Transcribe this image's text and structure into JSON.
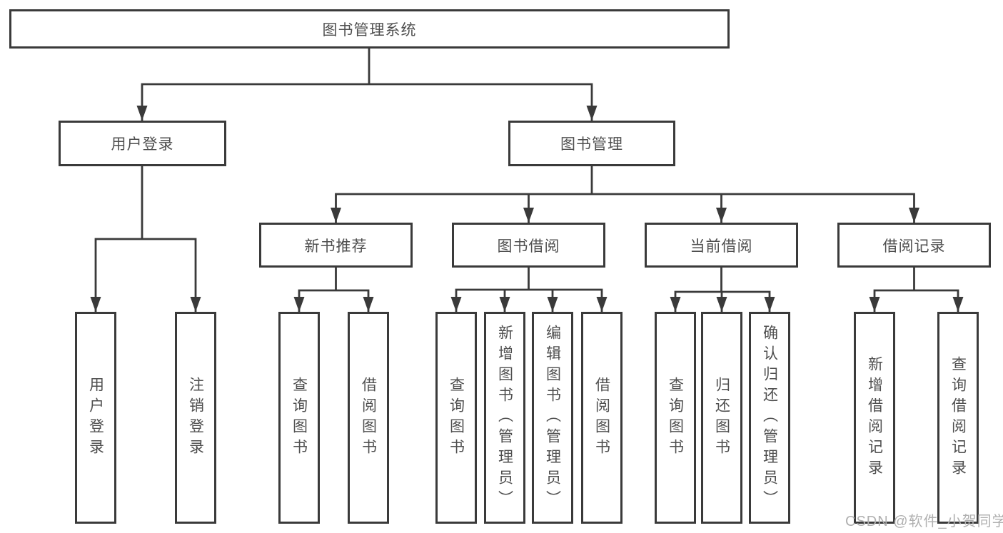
{
  "diagram": {
    "title": "图书管理系统",
    "nodes": {
      "root": "图书管理系统",
      "user_login": "用户登录",
      "book_mgmt": "图书管理",
      "new_book_rec": "新书推荐",
      "book_borrow": "图书借阅",
      "current_borrow": "当前借阅",
      "borrow_records": "借阅记录",
      "ul_user_login": "用户登录",
      "ul_logout": "注销登录",
      "nbr_query_book": "查询图书",
      "nbr_borrow_book": "借阅图书",
      "bb_query_book": "查询图书",
      "bb_add_book": "新增图书（管理员）",
      "bb_edit_book": "编辑图书（管理员）",
      "bb_borrow_book": "借阅图书",
      "cb_query_book": "查询图书",
      "cb_return_book": "归还图书",
      "cb_confirm_return": "确认归还（管理员）",
      "br_add_record": "新增借阅记录",
      "br_query_record": "查询借阅记录"
    }
  },
  "watermark": "CSDN @软件_小贺同学",
  "colors": {
    "line": "#3a3a3a",
    "text": "#4f4f4f",
    "background": "#ffffff",
    "watermark": "#b0b0b0"
  }
}
